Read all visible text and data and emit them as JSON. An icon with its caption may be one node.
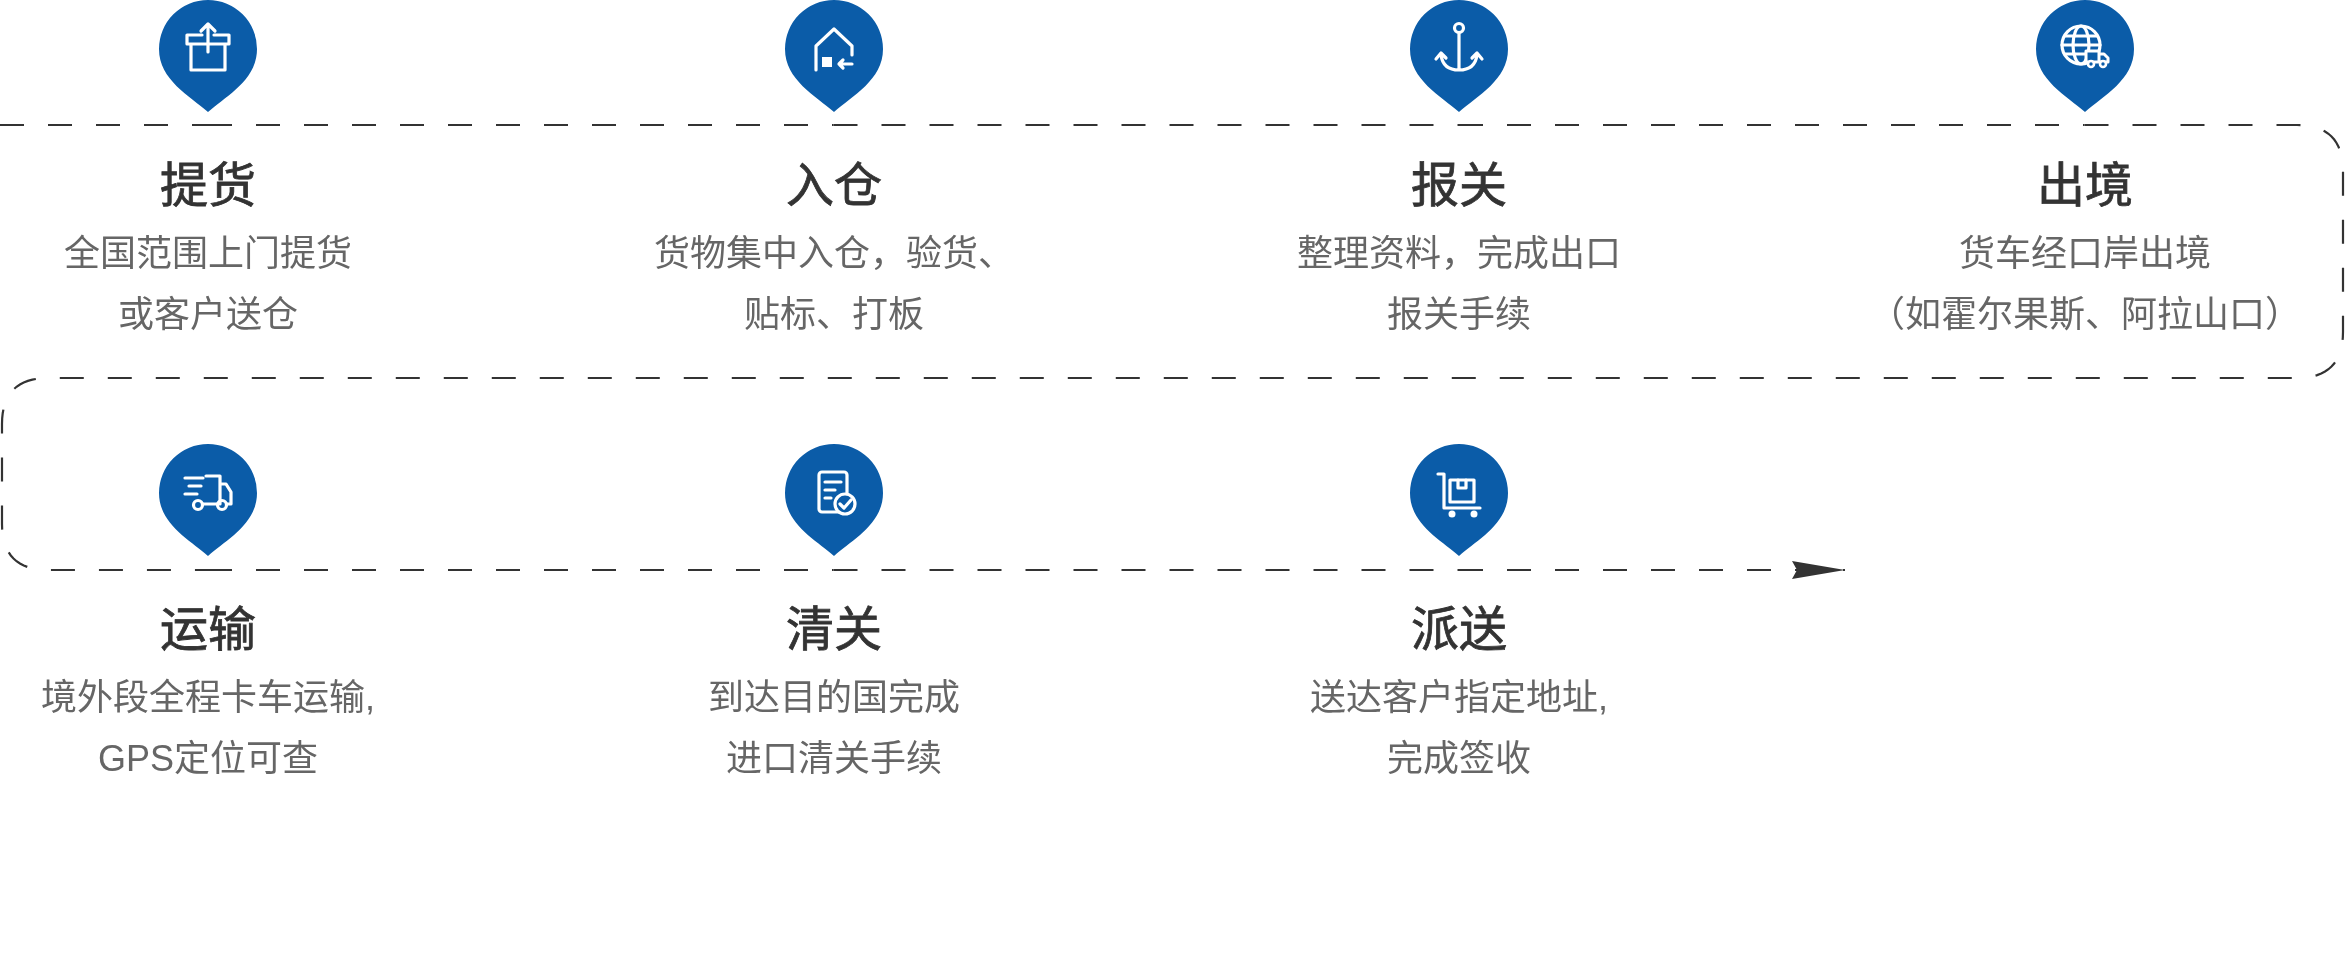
{
  "diagram": {
    "nodes": [
      {
        "text": [
          "提货",
          "全国范围上门提货或客户送仓"
        ]
      },
      {
        "text": [
          "入仓",
          "货物集中入仓，验货、贴标、打板"
        ]
      },
      {
        "text": [
          "报关",
          "整理资料，完成出口报关手续"
        ]
      },
      {
        "text": [
          "出境",
          "货车经口岸出境（如霍尔果斯、阿拉山口）"
        ]
      },
      {
        "text": [
          "运输",
          "境外段全程卡车运输,GPS定位可查"
        ]
      },
      {
        "text": [
          "清关",
          "到达目的国完成进口清关手续"
        ]
      },
      {
        "text": [
          "派送",
          "送达客户指定地址,完成签收"
        ]
      }
    ],
    "edges": [
      {
        "from": null,
        "to": 0,
        "arrow": "none",
        "style": "dashed"
      },
      {
        "from": 0,
        "to": 1,
        "arrow": "none",
        "style": "dashed"
      },
      {
        "from": 1,
        "to": 2,
        "arrow": "none",
        "style": "dashed"
      },
      {
        "from": 2,
        "to": 3,
        "arrow": "none",
        "style": "dashed"
      },
      {
        "from": 3,
        "to": 4,
        "arrow": "none",
        "style": "dashed"
      },
      {
        "from": 4,
        "to": 5,
        "arrow": "none",
        "style": "dashed"
      },
      {
        "from": 5,
        "to": 6,
        "arrow": "none",
        "style": "dashed"
      },
      {
        "from": 6,
        "to": null,
        "arrow": "to",
        "style": "dashed"
      }
    ]
  }
}
